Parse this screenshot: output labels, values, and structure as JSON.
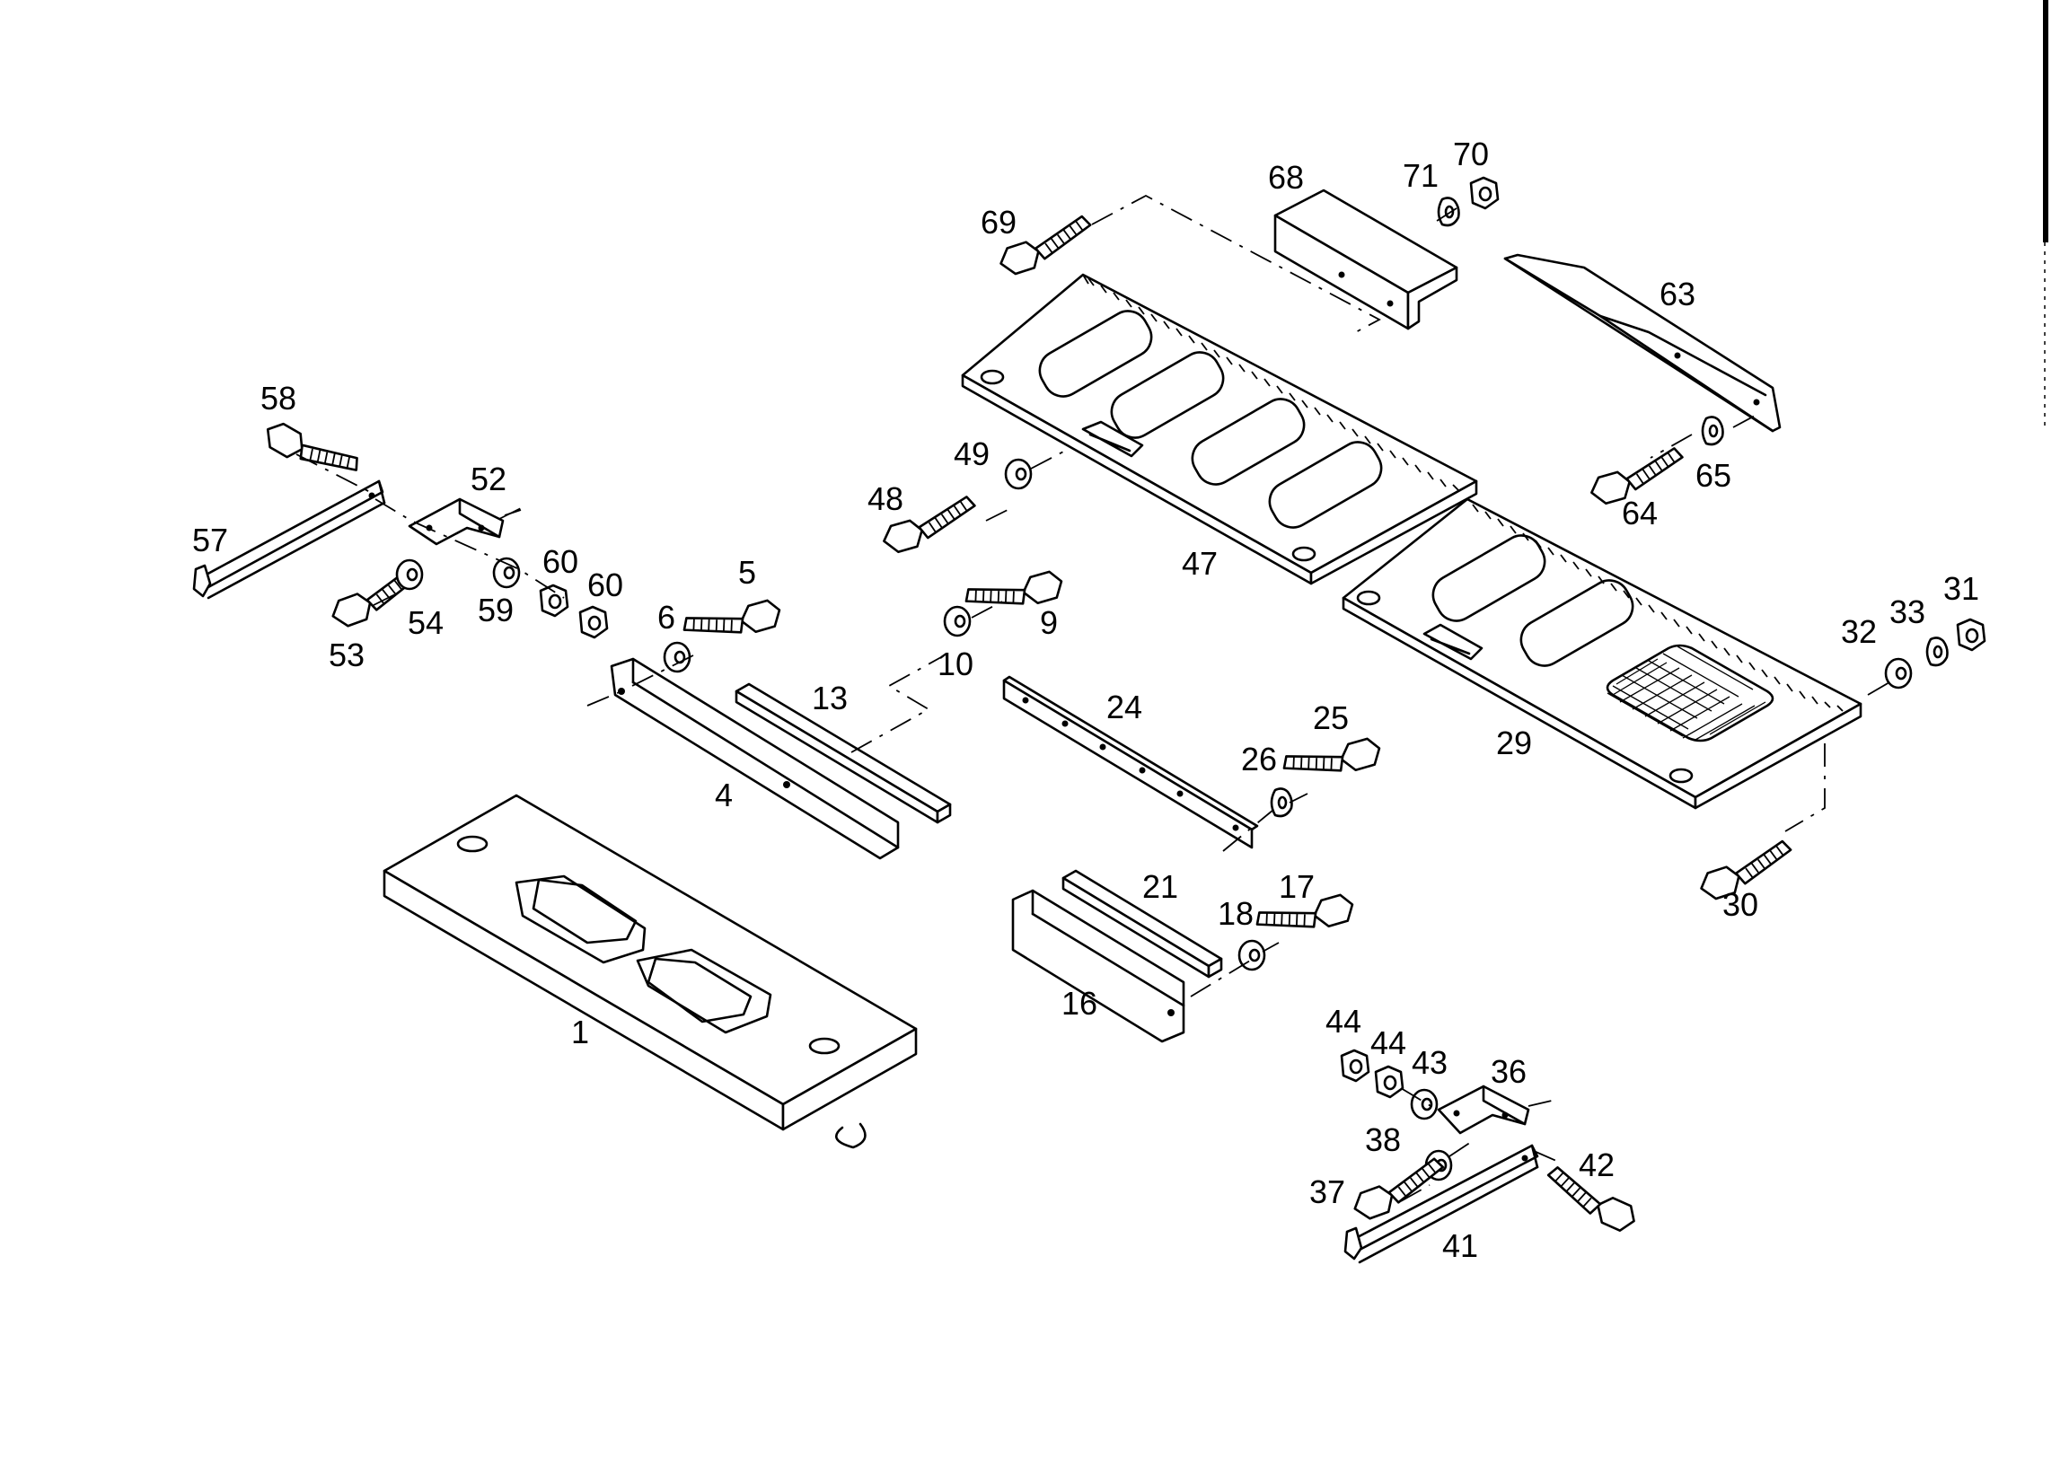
{
  "diagram": {
    "callouts": [
      "1",
      "4",
      "5",
      "6",
      "9",
      "10",
      "13",
      "16",
      "17",
      "18",
      "21",
      "24",
      "25",
      "26",
      "29",
      "30",
      "31",
      "32",
      "33",
      "36",
      "37",
      "38",
      "41",
      "42",
      "43",
      "44",
      "44",
      "47",
      "48",
      "49",
      "52",
      "53",
      "54",
      "57",
      "58",
      "59",
      "60",
      "60",
      "63",
      "64",
      "65",
      "68",
      "69",
      "70",
      "71"
    ]
  }
}
